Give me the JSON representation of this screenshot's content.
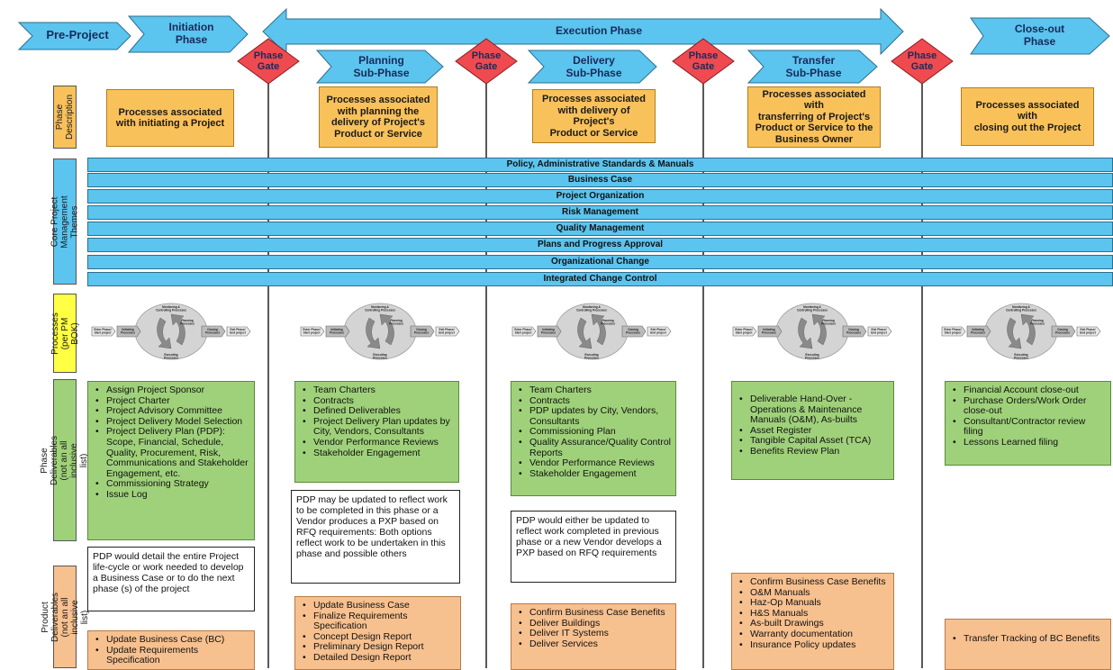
{
  "colors": {
    "arrow_blue": "#5bc4ef",
    "gate_red": "#ef4a50",
    "description_orange": "#f9c15a",
    "deliverable_green": "#9fd17a",
    "product_orange": "#f7c08f",
    "process_yellow": "#ffff44"
  },
  "phases": {
    "pre_project": "Pre-Project",
    "initiation": "Initiation\nPhase",
    "execution": "Execution Phase",
    "close_out": "Close-out\nPhase",
    "planning": "Planning\nSub-Phase",
    "delivery": "Delivery\nSub-Phase",
    "transfer": "Transfer\nSub-Phase",
    "gate": "Phase\nGate"
  },
  "row_labels": {
    "phase_description": "Phase\nDescription",
    "core_themes": "Core Project Management\nThemes",
    "processes": "Processes\n(per PM BOK)",
    "phase_deliverables": "Phase Deliverables\n(not an all inclusive list)",
    "product_deliverables": "Product Deliverables\n(not an all inclusive list)"
  },
  "descriptions": {
    "initiation": "Processes associated\nwith initiating a Project",
    "planning": "Processes associated\nwith planning the\ndelivery of  Project's\nProduct or Service",
    "delivery": "Processes associated\nwith delivery of Project's\nProduct or Service",
    "transfer": "Processes associated with\ntransferring of Project's\nProduct or Service to the\nBusiness Owner",
    "close_out": "Processes associated with\nclosing out the Project"
  },
  "themes": [
    "Policy, Administrative Standards & Manuals",
    "Business Case",
    "Project Organization",
    "Risk Management",
    "Quality Management",
    "Plans and Progress Approval",
    "Organizational Change",
    "Integrated Change Control"
  ],
  "process_diagram": {
    "enter": "Enter Phase/\nStart project",
    "initiating": "Initiating\nProcesses",
    "planning": "Planning\nProcesses",
    "monitoring": "Monitoring &\nControlling Processes",
    "executing": "Executing\nProcesses",
    "closing": "Closing\nProcesses",
    "exit": "Exit Phase/\nEnd project"
  },
  "phase_deliverables": {
    "initiation": [
      "Assign Project Sponsor",
      "Project Charter",
      "Project Advisory Committee",
      "Project Delivery Model Selection",
      "Project Delivery Plan (PDP): Scope, Financial, Schedule, Quality, Procurement,  Risk, Communications and Stakeholder Engagement, etc.",
      "Commissioning Strategy",
      "Issue Log"
    ],
    "planning": [
      "Team Charters",
      "Contracts",
      "Defined Deliverables",
      "Project Delivery Plan updates by City,  Vendors, Consultants",
      "Vendor Performance Reviews",
      "Stakeholder Engagement"
    ],
    "delivery": [
      "Team Charters",
      "Contracts",
      "PDP updates by City, Vendors, Consultants",
      "Commissioning Plan",
      "Quality Assurance/Quality Control Reports",
      "Vendor Performance Reviews",
      "Stakeholder Engagement"
    ],
    "transfer": [
      "Deliverable Hand-Over - Operations & Maintenance Manuals (O&M), As-builts",
      "Asset Register",
      "Tangible Capital Asset (TCA)",
      "Benefits Review Plan"
    ],
    "close_out": [
      "Financial Account close-out",
      "Purchase Orders/Work Order close-out",
      "Consultant/Contractor review filing",
      "Lessons Learned filing"
    ]
  },
  "notes": {
    "initiation": "PDP would detail the entire Project life-cycle or work needed to develop a Business Case or to do the next phase (s) of the project",
    "planning": "PDP may be updated to reflect work to be completed in this phase or a Vendor produces a PXP based on RFQ requirements: Both options reflect work to be undertaken in this phase and possible others",
    "delivery": "PDP would either be updated to reflect work completed in previous phase or a new Vendor develops a PXP based on RFQ requirements"
  },
  "product_deliverables": {
    "initiation": [
      "Update Business Case (BC)",
      "Update Requirements Specification"
    ],
    "planning": [
      "Update Business Case",
      "Finalize Requirements Specification",
      "Concept Design Report",
      "Preliminary Design Report",
      "Detailed Design Report"
    ],
    "delivery": [
      "Confirm Business Case Benefits",
      "Deliver Buildings",
      "Deliver IT Systems",
      "Deliver Services"
    ],
    "transfer": [
      "Confirm Business Case Benefits",
      "O&M Manuals",
      "Haz-Op Manuals",
      "H&S Manuals",
      "As-built Drawings",
      "Warranty documentation",
      "Insurance Policy updates"
    ],
    "close_out": [
      "Transfer Tracking of BC Benefits"
    ]
  }
}
